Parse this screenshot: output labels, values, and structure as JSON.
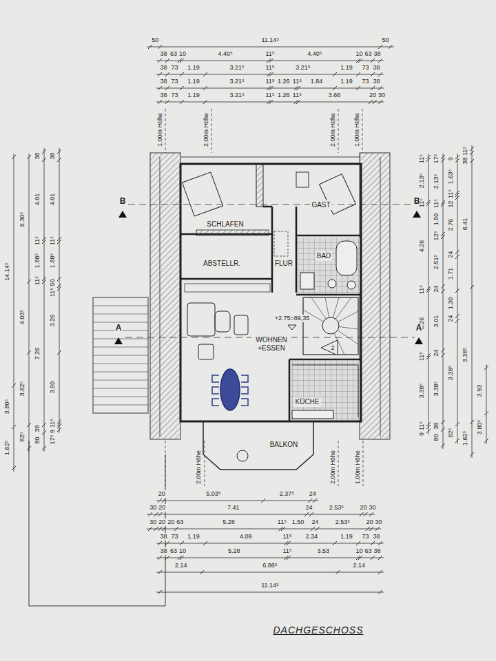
{
  "diagram": {
    "title": "DACHGESCHOSS",
    "nodes": [
      {
        "text": [
          "SCHLAFEN"
        ]
      },
      {
        "text": [
          "GAST"
        ]
      },
      {
        "text": [
          "ABSTELLR."
        ]
      },
      {
        "text": [
          "FLUR"
        ]
      },
      {
        "text": [
          "BAD"
        ]
      },
      {
        "text": [
          "WOHNEN +ESSEN"
        ]
      },
      {
        "text": [
          "KÜCHE"
        ]
      },
      {
        "text": [
          "BALKON"
        ]
      }
    ],
    "labels": [
      "50",
      "11.14⁵",
      "50",
      "38",
      "63",
      "10",
      "4.40⁵",
      "11⁵",
      "4.40⁵",
      "10",
      "63",
      "38",
      "38",
      "73",
      "1.19",
      "3.21⁵",
      "11⁵",
      "3.21⁵",
      "1.19",
      "73",
      "38",
      "38",
      "73",
      "1.19",
      "3.21⁵",
      "11⁵",
      "1.26",
      "11⁵",
      "1.84",
      "1.19",
      "73",
      "38",
      "38",
      "73",
      "1.19",
      "3.21⁵",
      "11⁵",
      "1.26",
      "11⁵",
      "3.66",
      "20",
      "30",
      "20",
      "5.03⁵",
      "2.37⁵",
      "24",
      "30",
      "20",
      "7.41",
      "24",
      "2.53⁵",
      "20",
      "30",
      "30",
      "20",
      "20",
      "63",
      "5.28",
      "11⁵",
      "1.50",
      "24",
      "2.53⁵",
      "20",
      "30",
      "38",
      "73",
      "1.19",
      "4.09",
      "11⁵",
      "2.34",
      "1.19",
      "73",
      "38",
      "38",
      "63",
      "10",
      "5.28",
      "11⁵",
      "3.53",
      "10",
      "63",
      "38",
      "2.14",
      "6.86⁵",
      "2.14",
      "11.14⁵",
      "14.14⁵",
      "3.80⁵",
      "1.62⁵",
      "6.30⁵",
      "4.03⁵",
      "3.62⁵",
      "82⁵",
      "38",
      "4.01",
      "11⁵",
      "1.88⁵",
      "11⁵",
      "7.26",
      "38",
      "80",
      "38",
      "4.01",
      "11⁵",
      "1.88⁵",
      "50",
      "11⁵",
      "3.26",
      "3.50",
      "11⁵",
      "9",
      "17⁵",
      "11⁵",
      "2.13⁵",
      "11⁵",
      "4.26",
      "11⁵",
      "3.26",
      "11⁵",
      "3.38⁵",
      "11⁵",
      "9",
      "17⁵",
      "2.13⁵",
      "11⁵",
      "1.50",
      "12⁵",
      "2.51⁵",
      "24",
      "3.01",
      "24",
      "3.38⁵",
      "38",
      "80",
      "9",
      "1.63⁵",
      "11⁵",
      "12",
      "2.76",
      "24",
      "1.71",
      "1.30",
      "24",
      "3.38⁵",
      "82⁵",
      "11⁵",
      "38",
      "6.41",
      "3.38⁵",
      "1.62⁵",
      "3.93",
      "3.80⁵",
      "B",
      "B",
      "A",
      "A",
      "1.00m Höhe",
      "2.00m Höhe",
      "2.00m Höhe",
      "1.00m Höhe",
      "2.00m Höhe",
      "2.00m Höhe",
      "1.00m Höhe",
      "+2.75=89,35",
      "2"
    ]
  }
}
